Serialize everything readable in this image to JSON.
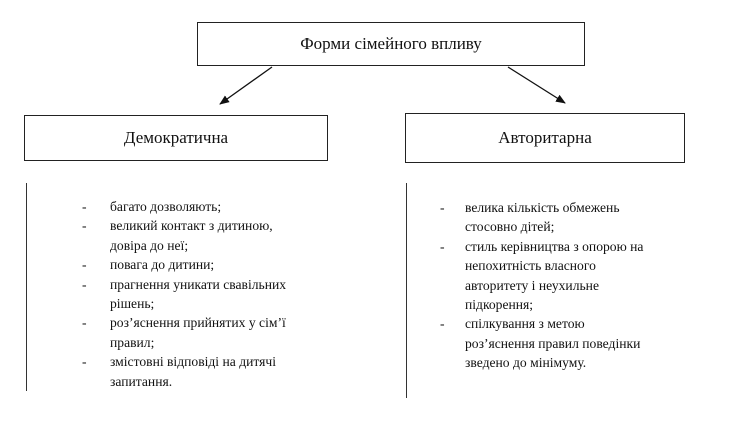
{
  "diagram": {
    "root": {
      "label": "Форми сімейного впливу"
    },
    "branches": [
      {
        "label": "Демократична",
        "bullet": "-",
        "items": [
          [
            "багато дозволяють;"
          ],
          [
            "великий контакт з дитиною,",
            "довіра до неї;"
          ],
          [
            "повага до дитини;"
          ],
          [
            "прагнення уникати свавільних",
            "рішень;"
          ],
          [
            "роз’яснення прийнятих у сім’ї",
            "правил;"
          ],
          [
            "змістовні відповіді на дитячі",
            "запитання."
          ]
        ]
      },
      {
        "label": "Авторитарна",
        "bullet": "-",
        "items": [
          [
            "велика кількість обмежень",
            "стосовно дітей;"
          ],
          [
            "стиль керівництва з опорою на",
            "непохитність власного",
            "авторитету і неухильне",
            "підкорення;"
          ],
          [
            "спілкування з метою",
            "роз’яснення правил поведінки",
            "зведено до мінімуму."
          ]
        ]
      }
    ]
  }
}
